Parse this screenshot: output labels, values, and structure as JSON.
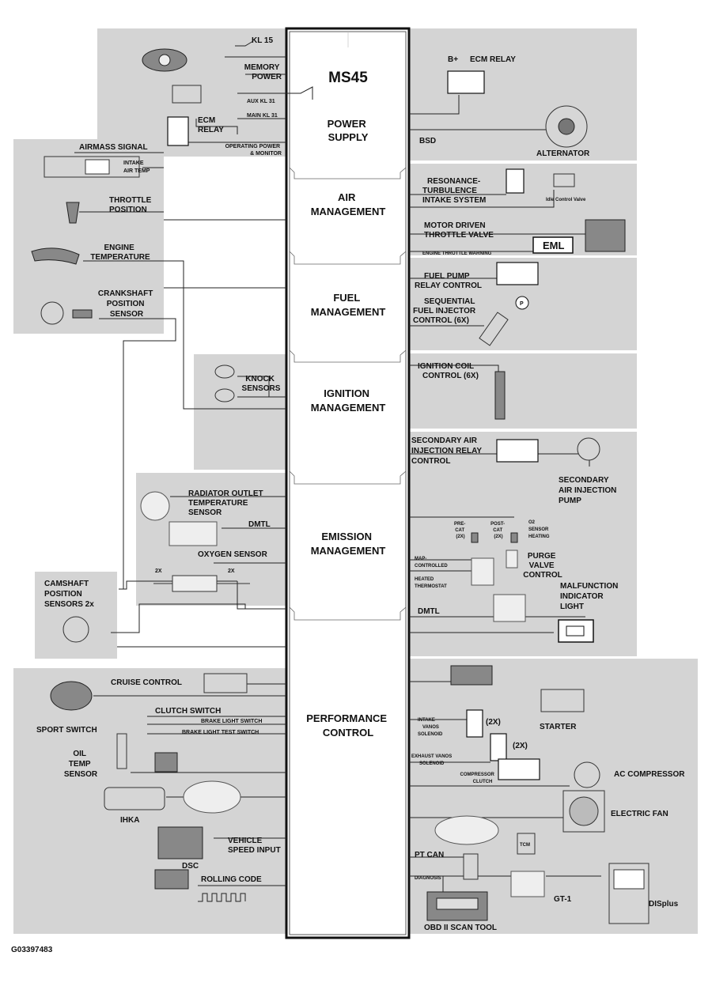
{
  "diagram_code": "G03397483",
  "ecm": {
    "name": "MS45",
    "sections": [
      {
        "id": "power",
        "lines": [
          "POWER",
          "SUPPLY"
        ]
      },
      {
        "id": "air",
        "lines": [
          "AIR",
          "MANAGEMENT"
        ]
      },
      {
        "id": "fuel",
        "lines": [
          "FUEL",
          "MANAGEMENT"
        ]
      },
      {
        "id": "ignition",
        "lines": [
          "IGNITION",
          "MANAGEMENT"
        ]
      },
      {
        "id": "emission",
        "lines": [
          "EMISSION",
          "MANAGEMENT"
        ]
      },
      {
        "id": "performance",
        "lines": [
          "PERFORMANCE",
          "CONTROL"
        ]
      }
    ]
  },
  "left": {
    "power": {
      "kl15": "KL 15",
      "memory_power": [
        "MEMORY",
        "POWER"
      ],
      "aux_kl31": "AUX KL 31",
      "main_kl31": "MAIN KL 31",
      "ecm_relay": [
        "ECM",
        "RELAY"
      ],
      "operating_power": [
        "OPERATING POWER",
        "& MONITOR"
      ]
    },
    "sensors": {
      "airmass": "AIRMASS SIGNAL",
      "intake_air_temp": [
        "INTAKE",
        "AIR TEMP"
      ],
      "throttle_position": [
        "THROTTLE",
        "POSITION"
      ],
      "engine_temperature": [
        "ENGINE",
        "TEMPERATURE"
      ],
      "crankshaft": [
        "CRANKSHAFT",
        "POSITION",
        "SENSOR"
      ]
    },
    "knock": [
      "KNOCK",
      "SENSORS"
    ],
    "emission": {
      "radiator": [
        "RADIATOR OUTLET",
        "TEMPERATURE",
        "SENSOR"
      ],
      "dmtl": "DMTL",
      "oxygen": "OXYGEN SENSOR",
      "count_a": "2X",
      "count_b": "2X"
    },
    "camshaft": [
      "CAMSHAFT",
      "POSITION",
      "SENSORS 2x"
    ],
    "performance": {
      "cruise": "CRUISE CONTROL",
      "sport": "SPORT SWITCH",
      "clutch": "CLUTCH SWITCH",
      "brake_light": "BRAKE LIGHT SWITCH",
      "brake_test": "BRAKE LIGHT TEST SWITCH",
      "oil_temp": [
        "OIL",
        "TEMP",
        "SENSOR"
      ],
      "ihka": "IHKA",
      "vehicle_speed": [
        "VEHICLE",
        "SPEED INPUT"
      ],
      "dsc": "DSC",
      "rolling_code": "ROLLING CODE"
    }
  },
  "right": {
    "power": {
      "b_plus": "B+",
      "ecm_relay": "ECM RELAY",
      "bsd": "BSD",
      "alternator": "ALTERNATOR"
    },
    "air": {
      "resonance": [
        "RESONANCE-",
        "TURBULENCE",
        "INTAKE SYSTEM"
      ],
      "idle_valve": "Idle Control Valve",
      "motor_throttle": [
        "MOTOR DRIVEN",
        "THROTTLE VALVE"
      ],
      "eml": "EML",
      "engine_throttle_warning": "ENGINE THROTTLE WARNING"
    },
    "fuel": {
      "fuel_pump": [
        "FUEL PUMP",
        "RELAY CONTROL"
      ],
      "injector": [
        "SEQUENTIAL",
        "FUEL INJECTOR",
        "CONTROL (6X)"
      ],
      "pump_symbol": "P"
    },
    "ignition": {
      "coil": [
        "IGNITION COIL",
        "CONTROL (6X)"
      ]
    },
    "emission": {
      "secondary_relay": [
        "SECONDARY AIR",
        "INJECTION RELAY",
        "CONTROL"
      ],
      "secondary_pump": [
        "SECONDARY",
        "AIR INJECTION",
        "PUMP"
      ],
      "pre_cat": [
        "PRE-",
        "CAT",
        "(2X)"
      ],
      "post_cat": [
        "POST-",
        "CAT",
        "(2X)"
      ],
      "o2_heating": [
        "O2",
        "SENSOR",
        "HEATING"
      ],
      "map_thermostat": [
        "MAP-",
        "CONTROLLED",
        "HEATED",
        "THERMOSTAT"
      ],
      "purge": [
        "PURGE",
        "VALVE",
        "CONTROL"
      ],
      "mil": [
        "MALFUNCTION",
        "INDICATOR",
        "LIGHT"
      ],
      "dmtl": "DMTL"
    },
    "performance": {
      "intake_vanos": [
        "INTAKE",
        "VANOS",
        "SOLENOID"
      ],
      "vanos_count_a": "(2X)",
      "vanos_count_b": "(2X)",
      "starter": "STARTER",
      "exhaust_vanos": [
        "EXHAUST VANOS",
        "SOLENOID"
      ],
      "compressor_clutch": [
        "COMPRESSOR",
        "CLUTCH"
      ],
      "ac_compressor": "AC COMPRESSOR",
      "electric_fan": "ELECTRIC FAN",
      "pt_can": "PT CAN",
      "tcm": "TCM",
      "diagnosis": "DIAGNOSIS",
      "gt1": "GT-1",
      "displus": "DISplus",
      "obd": "OBD II SCAN TOOL"
    }
  }
}
